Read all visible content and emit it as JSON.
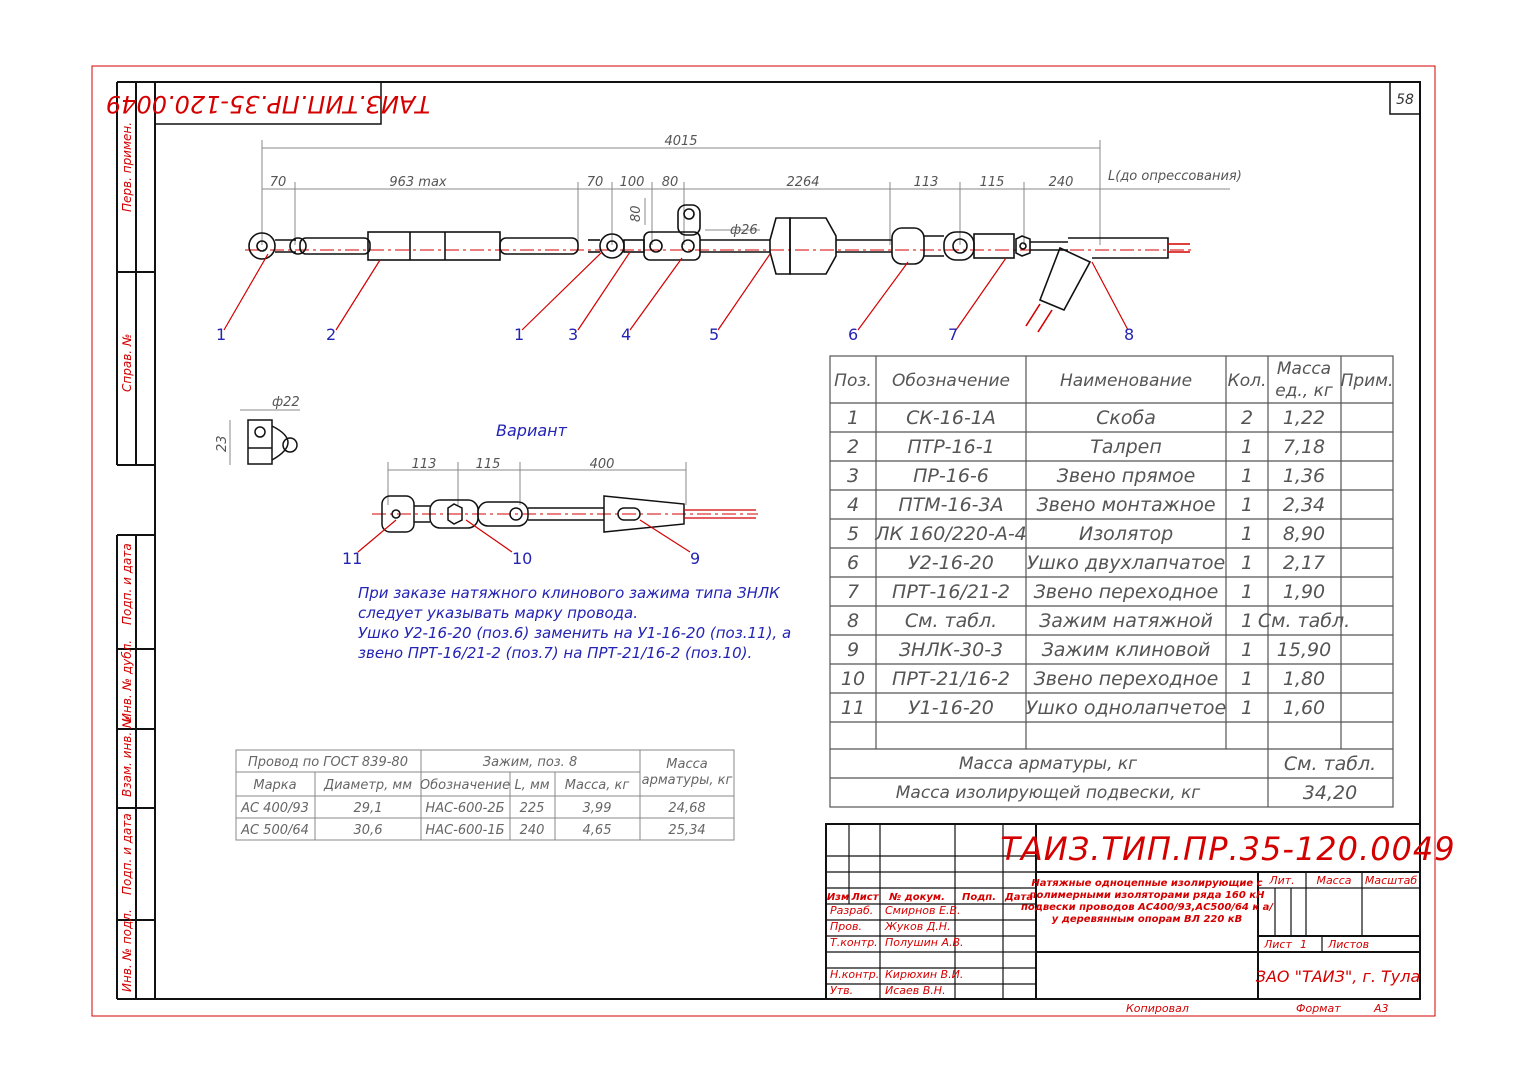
{
  "sheet_number": "58",
  "stamp_code_top": "ТАИЗ.ТИП.ПР.35-120.0049",
  "side_labels": {
    "perv_primen": "Перв. примен.",
    "sprav": "Справ. №",
    "podp_data_1": "Подп. и дата",
    "inv_dubl": "Инв. № дубл.",
    "vzam_inv": "Взам. инв. №",
    "podp_data_2": "Подп. и дата",
    "inv_podl": "Инв. № подл."
  },
  "dimensions": {
    "total": "4015",
    "d70a": "70",
    "d963": "963 max",
    "d70b": "70",
    "d100": "100",
    "d80": "80",
    "d2264": "2264",
    "d113": "113",
    "d115": "115",
    "d240": "240",
    "l_label": "L(до опрессования)",
    "d80v": "80",
    "phi26": "ф26",
    "phi22": "ф22",
    "d23": "23"
  },
  "callouts": [
    "1",
    "2",
    "1",
    "3",
    "4",
    "5",
    "6",
    "7",
    "8"
  ],
  "variant": {
    "title": "Вариант",
    "d113": "113",
    "d115": "115",
    "d400": "400",
    "callouts": [
      "11",
      "10",
      "9"
    ]
  },
  "note": [
    "При заказе натяжного клинового зажима типа ЗНЛК",
    "следует указывать марку провода.",
    "Ушко У2-16-20 (поз.6) заменить на У1-16-20 (поз.11), а",
    "звено ПРТ-16/21-2 (поз.7) на ПРТ-21/16-2 (поз.10)."
  ],
  "spec_table": {
    "headers": [
      "Поз.",
      "Обозначение",
      "Наименование",
      "Кол.",
      "Масса",
      "ед., кг",
      "Прим."
    ],
    "rows": [
      [
        "1",
        "СК-16-1А",
        "Скоба",
        "2",
        "1,22"
      ],
      [
        "2",
        "ПТР-16-1",
        "Талреп",
        "1",
        "7,18"
      ],
      [
        "3",
        "ПР-16-6",
        "Звено прямое",
        "1",
        "1,36"
      ],
      [
        "4",
        "ПТМ-16-3А",
        "Звено монтажное",
        "1",
        "2,34"
      ],
      [
        "5",
        "ЛК 160/220-А-4",
        "Изолятор",
        "1",
        "8,90"
      ],
      [
        "6",
        "У2-16-20",
        "Ушко двухлапчатое",
        "1",
        "2,17"
      ],
      [
        "7",
        "ПРТ-16/21-2",
        "Звено переходное",
        "1",
        "1,90"
      ],
      [
        "8",
        "См. табл.",
        "Зажим натяжной",
        "1",
        "См. табл."
      ],
      [
        "9",
        "ЗНЛК-30-3",
        "Зажим клиновой",
        "1",
        "15,90"
      ],
      [
        "10",
        "ПРТ-21/16-2",
        "Звено переходное",
        "1",
        "1,80"
      ],
      [
        "11",
        "У1-16-20",
        "Ушко однолапчетое",
        "1",
        "1,60"
      ]
    ],
    "mass_fittings_label": "Масса арматуры, кг",
    "mass_fittings_value": "См. табл.",
    "mass_total_label": "Масса изолирующей подвески, кг",
    "mass_total_value": "34,20"
  },
  "wire_table": {
    "group1": "Провод по ГОСТ 839-80",
    "group2": "Зажим, поз. 8",
    "group3a": "Масса",
    "group3b": "арматуры, кг",
    "sub": [
      "Марка",
      "Диаметр, мм",
      "Обозначение",
      "L, мм",
      "Масса, кг"
    ],
    "rows": [
      [
        "АС 400/93",
        "29,1",
        "НАС-600-2Б",
        "225",
        "3,99",
        "24,68"
      ],
      [
        "АС 500/64",
        "30,6",
        "НАС-600-1Б",
        "240",
        "4,65",
        "25,34"
      ]
    ]
  },
  "title_block": {
    "code": "ТАИЗ.ТИП.ПР.35-120.0049",
    "cols": [
      "Изм",
      "Лист",
      "№ докум.",
      "Подп.",
      "Дата"
    ],
    "roles": [
      [
        "Разраб.",
        "Смирнов Е.В."
      ],
      [
        "Пров.",
        "Жуков Д.Н."
      ],
      [
        "Т.контр.",
        "Полушин А.В."
      ],
      [
        "Н.контр.",
        "Кирюхин В.И."
      ],
      [
        "Утв.",
        "Исаев В.Н."
      ]
    ],
    "name": [
      "Натяжные одноцепные изолирующие с",
      "полимерными изоляторами ряда 160 кН",
      "подвески проводов АС400/93,АС500/64 к а/",
      "у деревянным опорам ВЛ 220 кВ"
    ],
    "lit": "Лит.",
    "massa": "Масса",
    "masshtab": "Масштаб",
    "list": "Лист",
    "list_no": "1",
    "listov": "Листов",
    "org": "ЗАО \"ТАИЗ\", г. Тула",
    "kopiroval": "Копировал",
    "format_label": "Формат",
    "format_value": "А3"
  },
  "colors": {
    "frame": "#d40000",
    "ink": "#222222",
    "dim": "#666666",
    "blue": "#2323b4"
  }
}
